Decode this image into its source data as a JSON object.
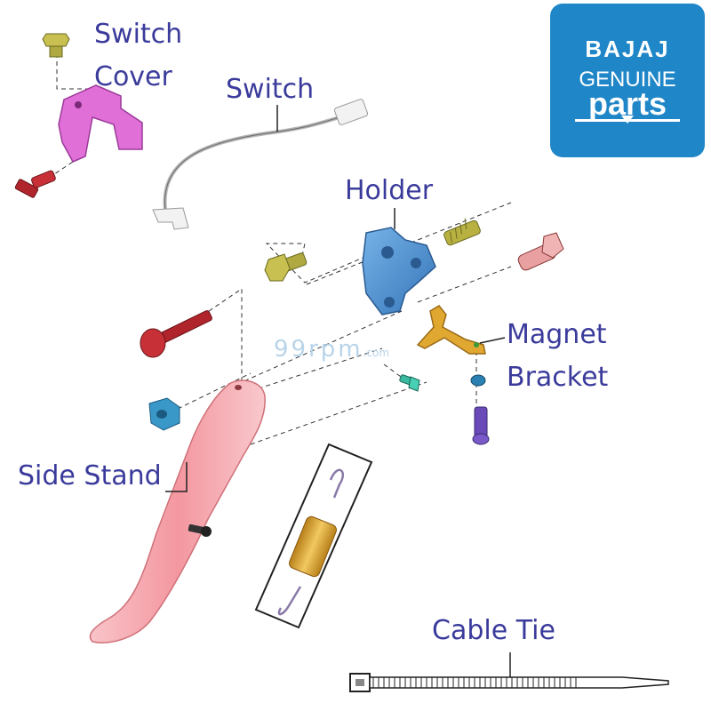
{
  "labels": {
    "switch_cover_line1": "Switch",
    "switch_cover_line2": "Cover",
    "switch": "Switch",
    "holder": "Holder",
    "magnet_line1": "Magnet",
    "magnet_line2": "Bracket",
    "side_stand": "Side Stand",
    "cable_tie": "Cable Tie"
  },
  "logo": {
    "brand": "BAJAJ",
    "genuine": "GENUINE",
    "parts": "parts"
  },
  "watermark": {
    "main": "99rpm",
    "suffix": ".com"
  },
  "colors": {
    "label": "#3b3b9c",
    "logo_bg": "#1f86c8",
    "switch_cover": "#e070d8",
    "holder": "#4a8fd0",
    "magnet_bracket": "#e0a830",
    "side_stand": "#f4a0a6",
    "bolt_red": "#b0242c",
    "spring_gold": "#d8a830",
    "bolt_olive": "#b0a840",
    "nut_cyan": "#3a98c8",
    "bolt_purple": "#6a4ab8"
  }
}
